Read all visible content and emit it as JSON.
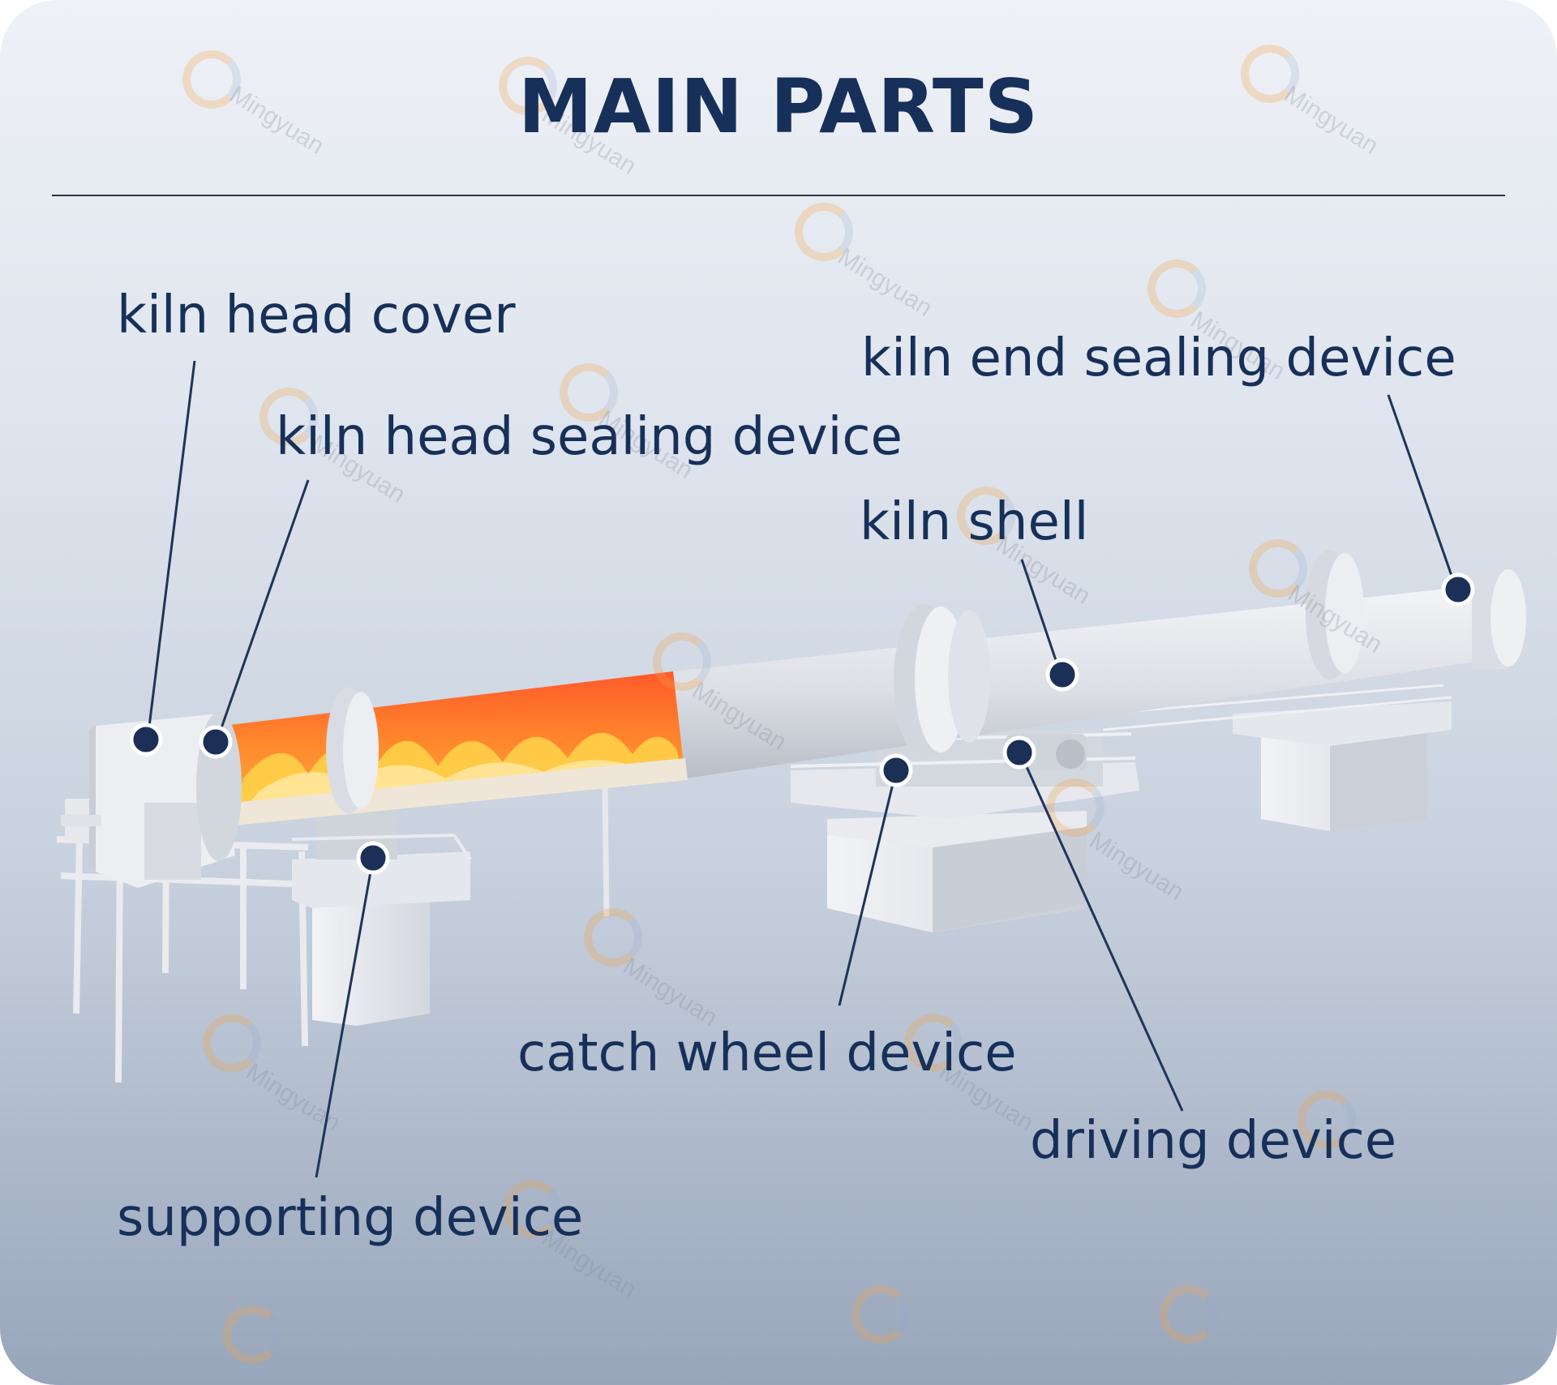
{
  "title": "MAIN PARTS",
  "watermark": "Mingyuan",
  "labels": {
    "kiln_head_cover": "kiln head cover",
    "kiln_head_sealing_device": "kiln head sealing device",
    "kiln_shell": "kiln shell",
    "kiln_end_sealing_device": "kiln end sealing device",
    "catch_wheel_device": "catch wheel device",
    "driving_device": "driving device",
    "supporting_device": "supporting device"
  },
  "colors": {
    "title": "#17305a",
    "label": "#17305a",
    "marker": "#1b2f57",
    "flame": "#ff6a2a"
  }
}
